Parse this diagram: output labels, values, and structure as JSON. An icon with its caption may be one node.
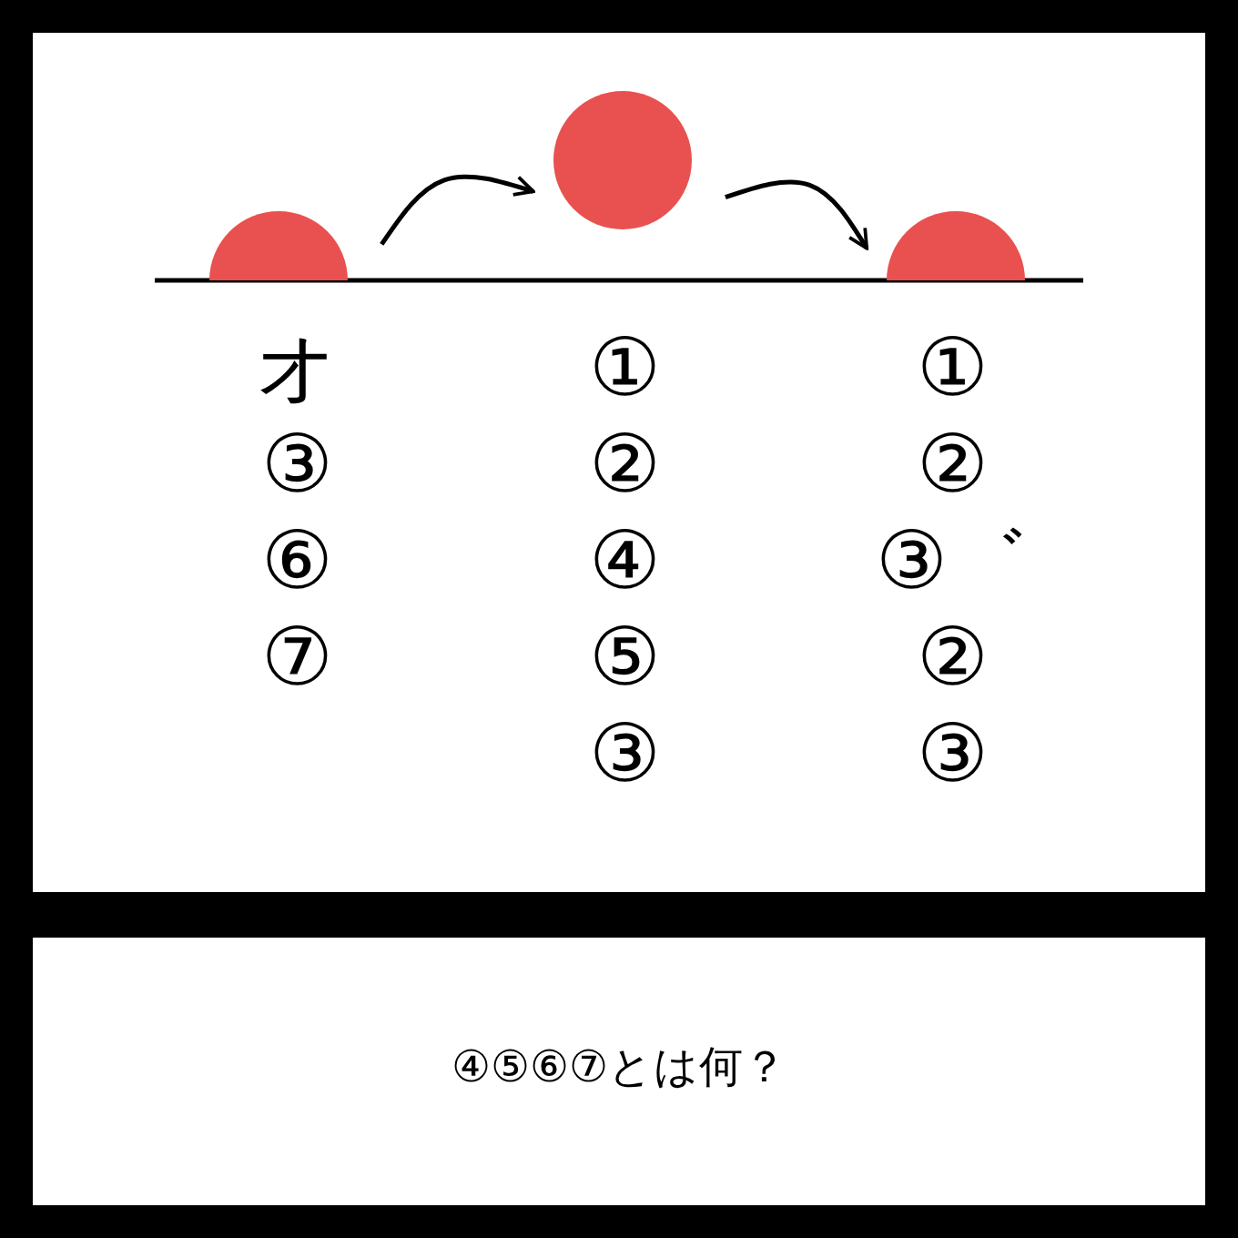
{
  "diagram": {
    "caption": "④⑤⑥⑦とは何？",
    "nodes": [
      {
        "text": [],
        "shape": "semicircle",
        "beside": [
          "オ",
          "③",
          "⑥",
          "⑦"
        ]
      },
      {
        "text": [],
        "shape": "circle",
        "beside": [
          "①",
          "②",
          "④",
          "⑤",
          "③"
        ]
      },
      {
        "text": [],
        "shape": "semicircle",
        "beside": [
          "①",
          "②",
          "③゛",
          "②",
          "③"
        ]
      }
    ],
    "edges": [
      {
        "from": 0,
        "to": 1,
        "arrow": "to"
      },
      {
        "from": 1,
        "to": 2,
        "arrow": "to"
      }
    ]
  }
}
